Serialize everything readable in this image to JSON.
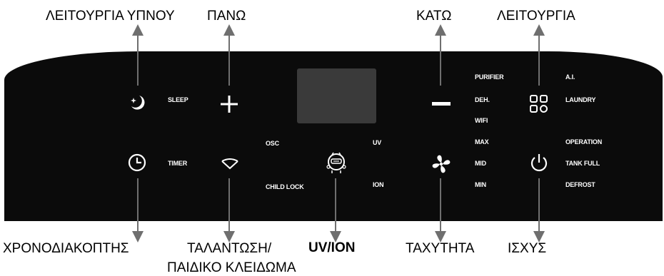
{
  "callouts": {
    "sleep_mode": "ΛΕΙΤΟΥΡΓΙΑ ΥΠΝΟΥ",
    "up": "ΠΑΝΩ",
    "down": "ΚΑΤΩ",
    "mode": "ΛΕΙΤΟΥΡΓΙΑ",
    "timer": "ΧΡΟΝΟΔΙΑΚΟΠΤΗΣ",
    "swing_line1": "ΤΑΛΑΝΤΩΣΗ/",
    "swing_line2": "ΠΑΙΔΙΚΟ ΚΛΕΙΔΩΜΑ",
    "uv_ion": "UV/ION",
    "speed": "ΤΑΧΥΤΗΤΑ",
    "power": "ΙΣΧΥΣ"
  },
  "panel_labels": {
    "sleep": "SLEEP",
    "timer": "TIMER",
    "osc": "OSC",
    "child_lock": "CHILD LOCK",
    "uv": "UV",
    "ion": "ION",
    "purifier": "PURIFIER",
    "deh": "DEH.",
    "wifi": "WIFI",
    "max": "MAX",
    "mid": "MID",
    "min": "MIN",
    "ai": "A.I.",
    "laundry": "LAUNDRY",
    "operation": "OPERATION",
    "tank_full": "TANK FULL",
    "defrost": "DEFROST"
  },
  "colors": {
    "panel": "#0b0b0b",
    "display": "#3a3a3a",
    "icons": "#ffffff",
    "arrows": "#6f6f6f"
  },
  "icons": [
    "moon-star-icon",
    "plus-icon",
    "minus-icon",
    "grid-mode-icon",
    "clock-icon",
    "swing-chevron-icon",
    "uv-ion-icon",
    "fan-icon",
    "power-icon"
  ]
}
